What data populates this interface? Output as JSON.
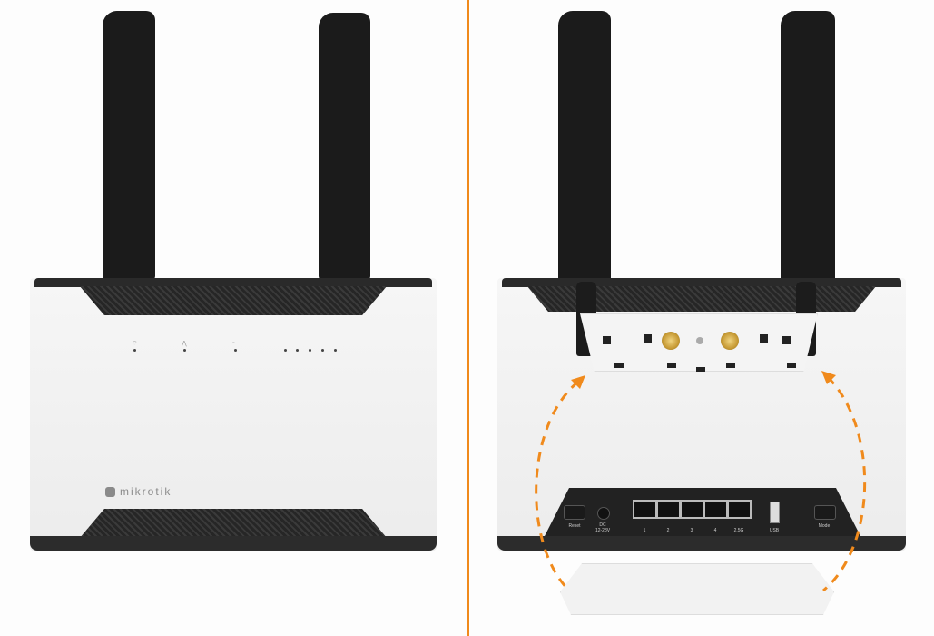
{
  "scene": {
    "description": "MikroTik Chateau router shown from front and rear",
    "accent_color": "#f08a1c"
  },
  "front": {
    "brand": "mikrotik",
    "led_icons": [
      "wifi-icon",
      "ethernet-icon",
      "power-icon",
      "signal-1",
      "signal-2",
      "signal-3",
      "signal-4",
      "signal-5"
    ]
  },
  "rear": {
    "ports": {
      "reset": "Reset",
      "dc": "DC",
      "dc_voltage": "12-28V",
      "eth": [
        "1",
        "2",
        "3",
        "4",
        "2.5G"
      ],
      "usb": "USB",
      "mode": "Mode"
    }
  }
}
